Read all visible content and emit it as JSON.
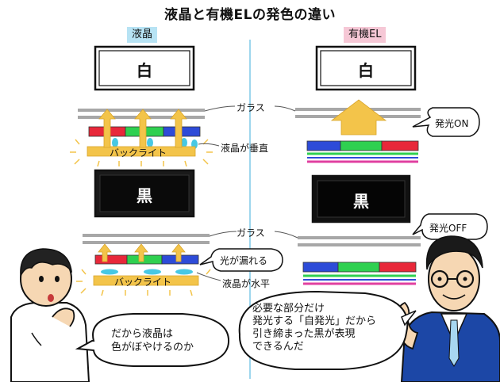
{
  "title": "液晶と有機ELの発色の違い",
  "columns": {
    "lcd": "液晶",
    "oled": "有機EL"
  },
  "panels": {
    "white": "白",
    "black": "黒"
  },
  "labels": {
    "glass": "ガラス",
    "backlight": "バックライト",
    "lc_vertical": "液晶が垂直",
    "lc_horizontal": "液晶が水平",
    "light_leaks": "光が漏れる",
    "emit_on": "発光ON",
    "emit_off": "発光OFF"
  },
  "dialog": {
    "left_speech": [
      "だから液晶は",
      "色がぼやけるのか"
    ],
    "right_speech": [
      "必要な部分だけ",
      "発光する「自発光」だから",
      "引き締まった黒が表現",
      "できるんだ"
    ]
  },
  "colors": {
    "red": "#e8283a",
    "green": "#2fd050",
    "blue": "#2d4bd8",
    "light_blue": "#47c8e4",
    "yellow": "#f3c44a",
    "glass": "#a7a7a7"
  }
}
